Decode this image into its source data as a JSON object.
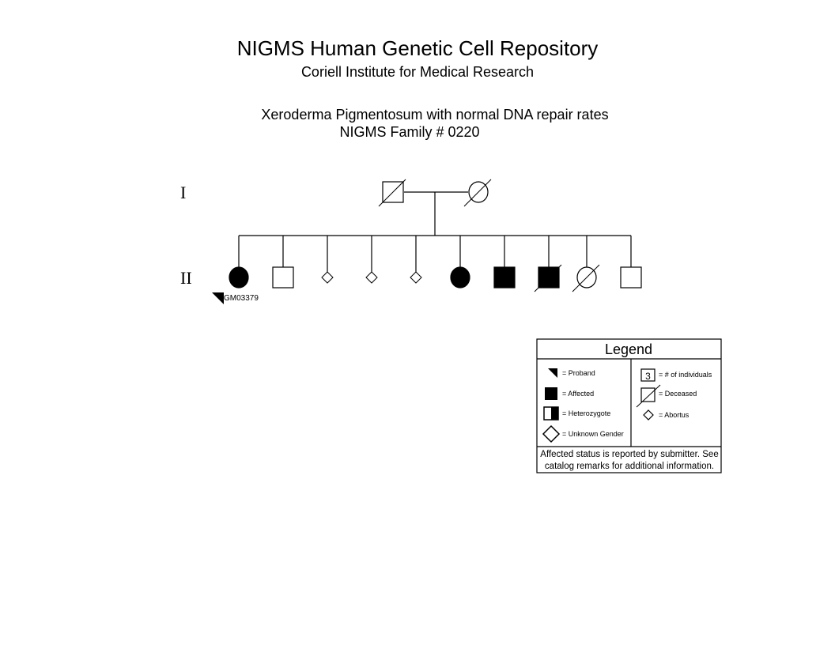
{
  "header": {
    "title": "NIGMS Human Genetic Cell Repository",
    "subtitle": "Coriell Institute for Medical Research",
    "disease": "Xeroderma Pigmentosum with normal DNA repair rates",
    "family": "NIGMS Family # 0220"
  },
  "pedigree": {
    "generations": [
      "I",
      "II"
    ],
    "generation_I": [
      {
        "sex": "male",
        "affected": false,
        "deceased": true
      },
      {
        "sex": "female",
        "affected": false,
        "deceased": true
      }
    ],
    "generation_II": [
      {
        "sex": "female",
        "affected": true,
        "deceased": false,
        "proband": true,
        "label": "GM03379"
      },
      {
        "sex": "male",
        "affected": false,
        "deceased": false
      },
      {
        "sex": "abortus",
        "affected": false,
        "deceased": false
      },
      {
        "sex": "abortus",
        "affected": false,
        "deceased": false
      },
      {
        "sex": "abortus",
        "affected": false,
        "deceased": false
      },
      {
        "sex": "female",
        "affected": true,
        "deceased": false
      },
      {
        "sex": "male",
        "affected": true,
        "deceased": false
      },
      {
        "sex": "male",
        "affected": true,
        "deceased": true
      },
      {
        "sex": "female",
        "affected": false,
        "deceased": true
      },
      {
        "sex": "male",
        "affected": false,
        "deceased": false
      }
    ]
  },
  "legend": {
    "title": "Legend",
    "proband": "= Proband",
    "affected": "= Affected",
    "heterozygote": "= Heterozygote",
    "unknown_gender": "= Unknown Gender",
    "count_number": "3",
    "count": "= # of individuals",
    "deceased": "= Deceased",
    "abortus": "= Abortus",
    "note_line1": "Affected status is reported by submitter. See",
    "note_line2": "catalog remarks for additional information."
  }
}
